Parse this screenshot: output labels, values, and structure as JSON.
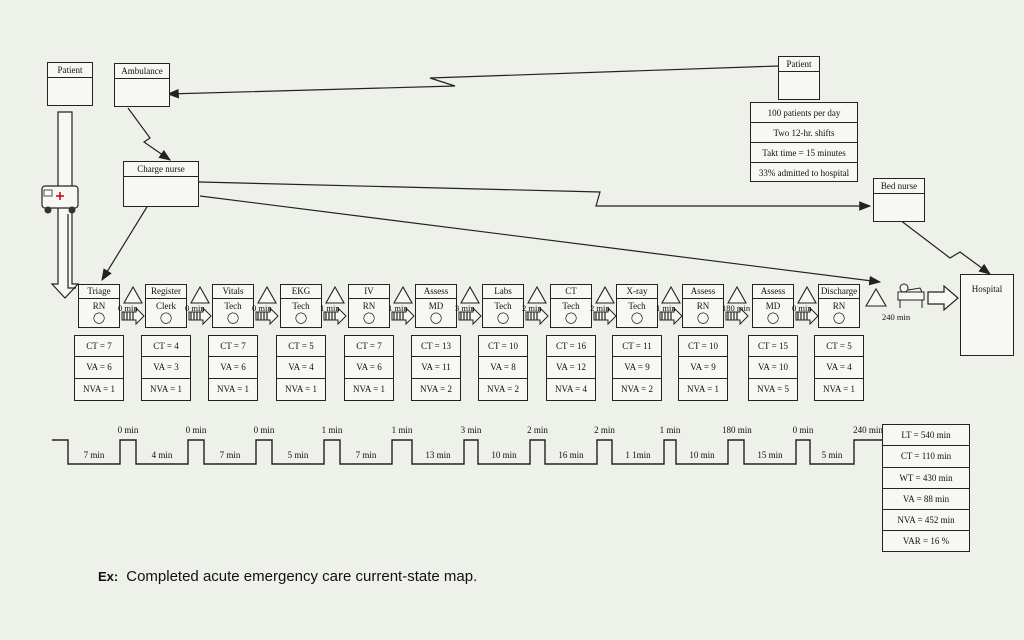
{
  "top_boxes": {
    "patient_left": "Patient",
    "ambulance": "Ambulance",
    "patient_right": "Patient",
    "charge_nurse": "Charge nurse",
    "bed_nurse": "Bed nurse",
    "hospital": "Hospital"
  },
  "demand_info": [
    "100 patients per day",
    "Two 12-hr. shifts",
    "Takt time = 15 minutes",
    "33% admitted to hospital"
  ],
  "processes": [
    {
      "name": "Triage",
      "resource": "RN",
      "metrics": [
        "CT = 7",
        "VA = 6",
        "NVA = 1"
      ]
    },
    {
      "name": "Register",
      "resource": "Clerk",
      "metrics": [
        "CT = 4",
        "VA = 3",
        "NVA = 1"
      ]
    },
    {
      "name": "Vitals",
      "resource": "Tech",
      "metrics": [
        "CT = 7",
        "VA = 6",
        "NVA = 1"
      ]
    },
    {
      "name": "EKG",
      "resource": "Tech",
      "metrics": [
        "CT = 5",
        "VA = 4",
        "NVA = 1"
      ]
    },
    {
      "name": "IV",
      "resource": "RN",
      "metrics": [
        "CT = 7",
        "VA = 6",
        "NVA = 1"
      ]
    },
    {
      "name": "Assess",
      "resource": "MD",
      "metrics": [
        "CT = 13",
        "VA = 11",
        "NVA = 2"
      ]
    },
    {
      "name": "Labs",
      "resource": "Tech",
      "metrics": [
        "CT = 10",
        "VA = 8",
        "NVA = 2"
      ]
    },
    {
      "name": "CT",
      "resource": "Tech",
      "metrics": [
        "CT = 16",
        "VA = 12",
        "NVA = 4"
      ]
    },
    {
      "name": "X-ray",
      "resource": "Tech",
      "metrics": [
        "CT = 11",
        "VA = 9",
        "NVA = 2"
      ]
    },
    {
      "name": "Assess",
      "resource": "RN",
      "metrics": [
        "CT = 10",
        "VA = 9",
        "NVA = 1"
      ]
    },
    {
      "name": "Assess",
      "resource": "MD",
      "metrics": [
        "CT = 15",
        "VA = 10",
        "NVA = 5"
      ]
    },
    {
      "name": "Discharge",
      "resource": "RN",
      "metrics": [
        "CT = 5",
        "VA = 4",
        "NVA = 1"
      ]
    }
  ],
  "waits": [
    "0 min",
    "0 min",
    "0 min",
    "1 min",
    "1 min",
    "3 min",
    "2 min",
    "2 min",
    "1 min",
    "180 min",
    "0 min",
    "240 min"
  ],
  "timeline_waits": [
    "0 min",
    "0 min",
    "0 min",
    "1 min",
    "1 min",
    "3 min",
    "2 min",
    "2 min",
    "1 min",
    "180 min",
    "0 min",
    "240 min"
  ],
  "timeline_cycles": [
    "7 min",
    "4 min",
    "7 min",
    "5 min",
    "7 min",
    "13 min",
    "10 min",
    "16 min",
    "1 1min",
    "10 min",
    "15 min",
    "5 min"
  ],
  "summary": [
    "LT = 540 min",
    "CT = 110 min",
    "WT = 430 min",
    "VA = 88 min",
    "NVA = 452 min",
    "VAR = 16 %"
  ],
  "caption": {
    "prefix": "Ex:",
    "text": "Completed acute emergency care current-state map."
  }
}
